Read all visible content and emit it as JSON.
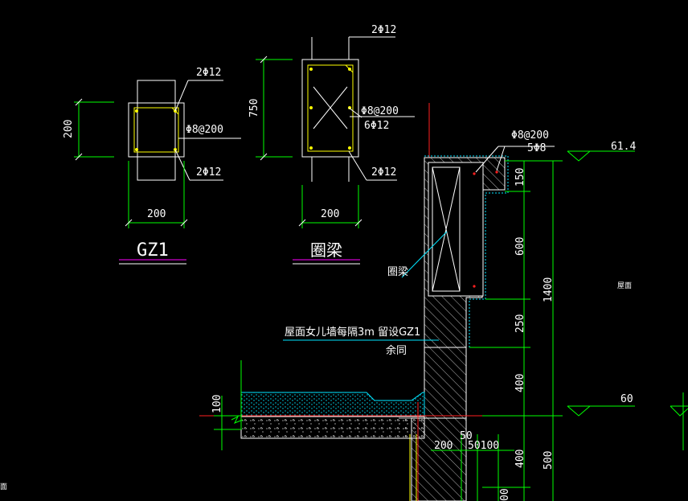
{
  "gz1": {
    "top_bar": "2Φ12",
    "stirrup": "Φ8@200",
    "bottom_bar": "2Φ12",
    "height_dim": "200",
    "width_dim": "200",
    "title": "GZ1"
  },
  "ring_beam": {
    "top_bar_outer": "2Φ12",
    "stirrup": "Φ8@200",
    "side_bars": "6Φ12",
    "bottom_bar": "2Φ12",
    "height_dim": "750",
    "width_dim": "200",
    "title": "圈梁"
  },
  "parapet": {
    "stirrup": "Φ8@200",
    "bars": "5Φ8",
    "elev_top": "61.4",
    "elev_roof": "60",
    "dim_150": "150",
    "dim_600": "600",
    "dim_1400": "1400",
    "dim_250": "250",
    "dim_400": "400",
    "dim_100": "100",
    "dim_400b": "400",
    "dim_500": "500",
    "dim_50": "50",
    "dim_200": "200",
    "dim_5010": "50100",
    "label_ringbeam": "圈梁",
    "note_line1": "屋面女儿墙每隔3m 留设GZ1",
    "note_line2": "余同",
    "roof_label": "屋面",
    "edge_label": "面",
    "bottom_dim": "00"
  }
}
